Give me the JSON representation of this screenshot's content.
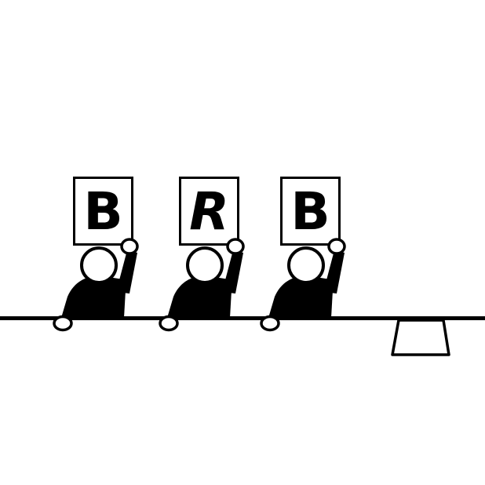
{
  "colors": {
    "ink": "#000000",
    "paper": "#ffffff"
  },
  "judges": [
    {
      "sign_letter": "B"
    },
    {
      "sign_letter": "R"
    },
    {
      "sign_letter": "B"
    }
  ]
}
